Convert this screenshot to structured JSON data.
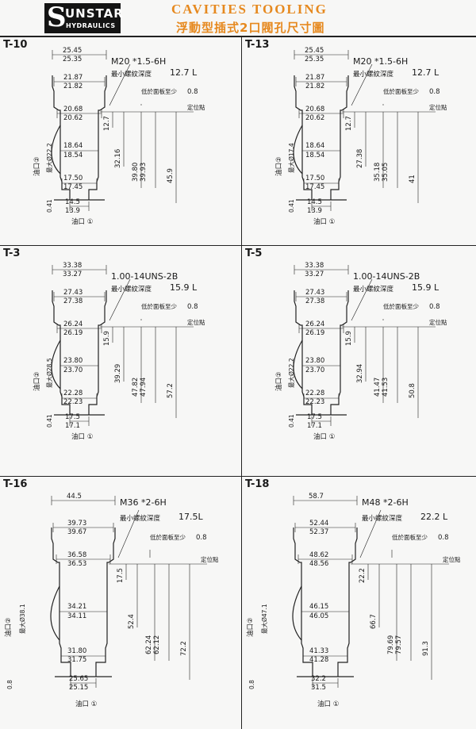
{
  "header": {
    "logo_big": "S",
    "logo_name": "UNSTAR",
    "logo_sub": "HYDRAULICS",
    "title_en": "CAVITIES TOOLING",
    "title_zh": "浮動型插式2口閥孔尺寸圖"
  },
  "common": {
    "min_depth": "最小螺紋深度",
    "below_face": "低於面板至少",
    "position_point": "定位點",
    "port1": "油口 ①",
    "port2": "油口②"
  },
  "panels": [
    {
      "id": "T-10",
      "thread": "M20 *1.5-6H",
      "thread_depth": "12.7  L",
      "below": "0.8",
      "d1": "25.45",
      "d1b": "25.35",
      "d2": "21.87",
      "d2b": "21.82",
      "d3": "20.68",
      "d3b": "20.62",
      "d4": "18.64",
      "d4b": "18.54",
      "d5": "17.50",
      "d5b": "17.45",
      "d6": "14.5",
      "d6b": "13.9",
      "max_dia": "最大Ø22.2",
      "left_small": "0.41",
      "dep1": "12.7",
      "dep2": "32.16",
      "dep3": "39.80",
      "dep3b": "39.93",
      "dep4": "45.9"
    },
    {
      "id": "T-13",
      "thread": "M20 *1.5-6H",
      "thread_depth": "12.7  L",
      "below": "0.8",
      "d1": "25.45",
      "d1b": "25.35",
      "d2": "21.87",
      "d2b": "21.82",
      "d3": "20.68",
      "d3b": "20.62",
      "d4": "18.64",
      "d4b": "18.54",
      "d5": "17.50",
      "d5b": "17.45",
      "d6": "14.5",
      "d6b": "13.9",
      "max_dia": "最大Ø17.4",
      "left_small": "0.41",
      "dep1": "12.7",
      "dep2": "27.38",
      "dep3": "35.18",
      "dep3b": "35.05",
      "dep4": "41"
    },
    {
      "id": "T-3",
      "thread": "1.00-14UNS-2B",
      "thread_depth": "15.9  L",
      "below": "0.8",
      "d1": "33.38",
      "d1b": "33.27",
      "d2": "27.43",
      "d2b": "27.38",
      "d3": "26.24",
      "d3b": "26.19",
      "d4": "23.80",
      "d4b": "23.70",
      "d5": "22.28",
      "d5b": "22.23",
      "d6": "17.5",
      "d6b": "17.1",
      "max_dia": "最大Ø28.5",
      "left_small": "0.41",
      "dep1": "15.9",
      "dep2": "39.29",
      "dep3": "47.82",
      "dep3b": "47.94",
      "dep4": "57.2"
    },
    {
      "id": "T-5",
      "thread": "1.00-14UNS-2B",
      "thread_depth": "15.9  L",
      "below": "0.8",
      "d1": "33.38",
      "d1b": "33.27",
      "d2": "27.43",
      "d2b": "27.38",
      "d3": "26.24",
      "d3b": "26.19",
      "d4": "23.80",
      "d4b": "23.70",
      "d5": "22.28",
      "d5b": "22.23",
      "d6": "17.5",
      "d6b": "17.1",
      "max_dia": "最大Ø22.2",
      "left_small": "0.41",
      "dep1": "15.9",
      "dep2": "32.94",
      "dep3": "41.47",
      "dep3b": "41.53",
      "dep4": "50.8"
    },
    {
      "id": "T-16",
      "thread": "M36 *2-6H",
      "thread_depth": "17.5L",
      "below": "0.8",
      "d1": "44.5",
      "d1b": "",
      "d2": "39.73",
      "d2b": "39.67",
      "d3": "36.58",
      "d3b": "36.53",
      "d4": "34.21",
      "d4b": "34.11",
      "d5": "31.80",
      "d5b": "31.75",
      "d6": "25.65",
      "d6b": "25.15",
      "max_dia": "最大Ø38.1",
      "left_small": "0.8",
      "dep1": "17.5",
      "dep2": "52.4",
      "dep3": "62.24",
      "dep3b": "62.12",
      "dep4": "72.2"
    },
    {
      "id": "T-18",
      "thread": "M48 *2-6H",
      "thread_depth": "22.2  L",
      "below": "0.8",
      "d1": "58.7",
      "d1b": "",
      "d2": "52.44",
      "d2b": "52.37",
      "d3": "48.62",
      "d3b": "48.56",
      "d4": "46.15",
      "d4b": "46.05",
      "d5": "41.33",
      "d5b": "41.28",
      "d6": "32.2",
      "d6b": "31.5",
      "max_dia": "最大Ø47.1",
      "left_small": "0.8",
      "dep1": "22.2",
      "dep2": "66.7",
      "dep3": "79.69",
      "dep3b": "79.57",
      "dep4": "91.3"
    }
  ]
}
